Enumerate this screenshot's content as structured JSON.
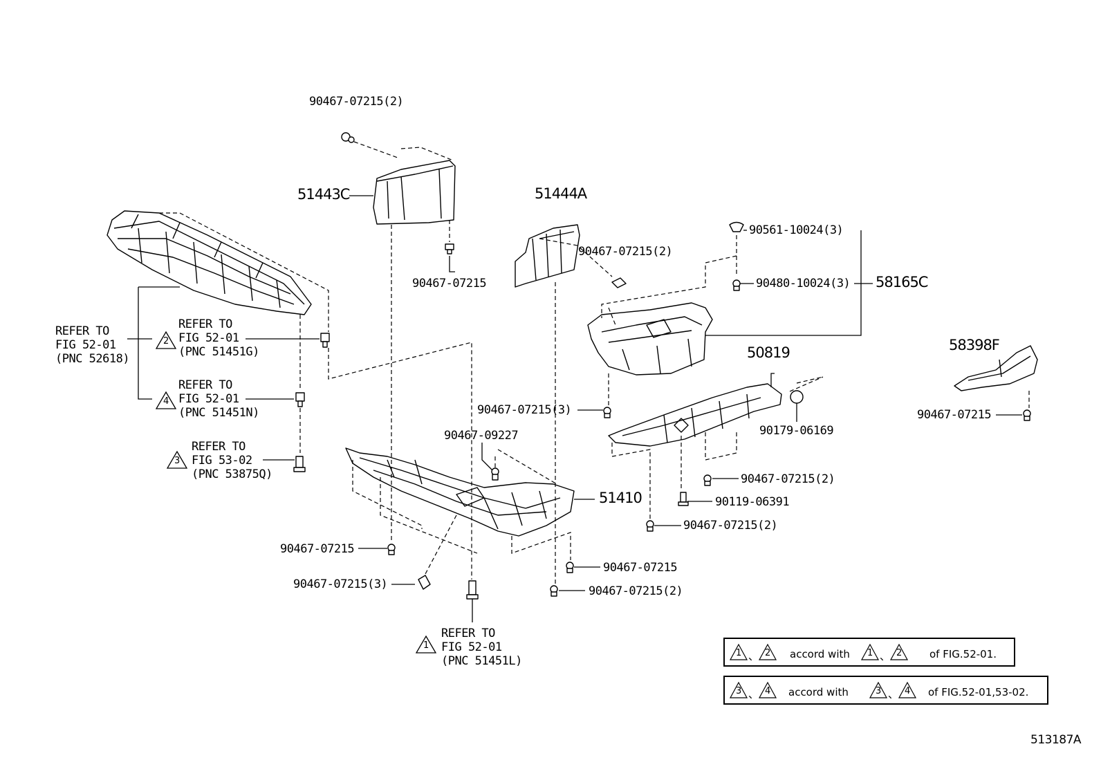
{
  "parts": {
    "p51443C": "51443C",
    "p51444A": "51444A",
    "p58165C": "58165C",
    "p50819": "50819",
    "p58398F": "58398F",
    "p51410": "51410",
    "c_top_51443c": "90467-07215(2)",
    "c_51443c_bottom": "90467-07215",
    "c_51444a": "90467-07215(2)",
    "c_90561": "90561-10024(3)",
    "c_90480": "90480-10024(3)",
    "c_58165c_bottom": "90467-07215(3)",
    "c_90179": "90179-06169",
    "c_50819_a": "90467-07215(2)",
    "c_90119": "90119-06391",
    "c_50819_b": "90467-07215(2)",
    "c_58398f": "90467-07215",
    "c_09227": "90467-09227",
    "c_51410_left": "90467-07215",
    "c_51410_bl3": "90467-07215(3)",
    "c_51410_r1": "90467-07215",
    "c_51410_r2": "90467-07215(2)"
  },
  "refs": {
    "r1": {
      "line1": "REFER TO",
      "line2": "FIG 52-01",
      "line3": "(PNC 52618)"
    },
    "r2": {
      "num": "2",
      "line1": "REFER TO",
      "line2": "FIG 52-01",
      "line3": "(PNC 51451G)"
    },
    "r4": {
      "num": "4",
      "line1": "REFER TO",
      "line2": "FIG 52-01",
      "line3": "(PNC 51451N)"
    },
    "r3": {
      "num": "3",
      "line1": "REFER TO",
      "line2": "FIG 53-02",
      "line3": "(PNC 53875Q)"
    },
    "r5": {
      "num": "1",
      "line1": "REFER TO",
      "line2": "FIG 52-01",
      "line3": "(PNC 51451L)"
    }
  },
  "legend": {
    "row1": {
      "a": "1",
      "b": "2",
      "sep": "、",
      "mid": "accord with",
      "c": "1",
      "d": "2",
      "sep2": "、",
      "tail": "of FIG.52-01."
    },
    "row2": {
      "a": "3",
      "b": "4",
      "sep": "、",
      "mid": "accord with",
      "c": "3",
      "d": "4",
      "sep2": "、",
      "tail": "of FIG.52-01,53-02."
    }
  },
  "figure_id": "513187A"
}
